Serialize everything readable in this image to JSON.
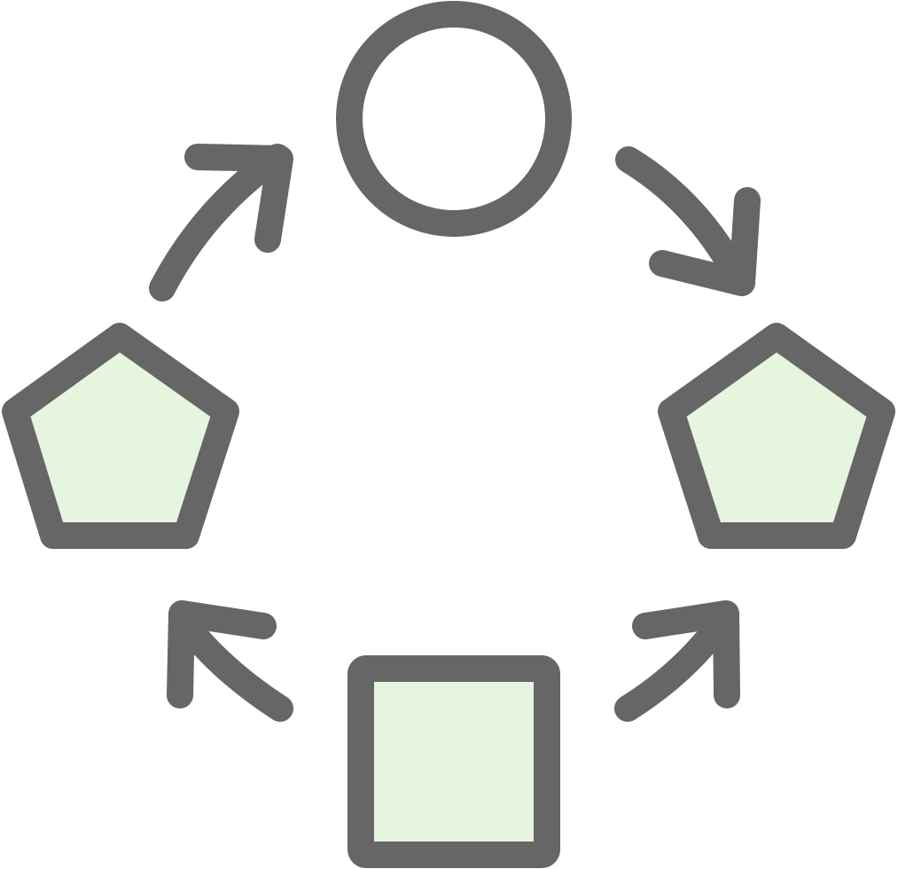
{
  "diagram": {
    "type": "cycle",
    "nodes": [
      {
        "id": "top",
        "shape": "circle",
        "filled": false
      },
      {
        "id": "right",
        "shape": "pentagon",
        "filled": true
      },
      {
        "id": "bottom",
        "shape": "square",
        "filled": true
      },
      {
        "id": "left",
        "shape": "pentagon",
        "filled": true
      }
    ],
    "edges": [
      {
        "from": "top",
        "to": "right"
      },
      {
        "from": "bottom",
        "to": "right"
      },
      {
        "from": "bottom",
        "to": "left"
      },
      {
        "from": "left",
        "to": "top"
      }
    ]
  },
  "colors": {
    "background": "#FFFFFF",
    "stroke": "#666666",
    "fill": "#E6F5DE"
  }
}
